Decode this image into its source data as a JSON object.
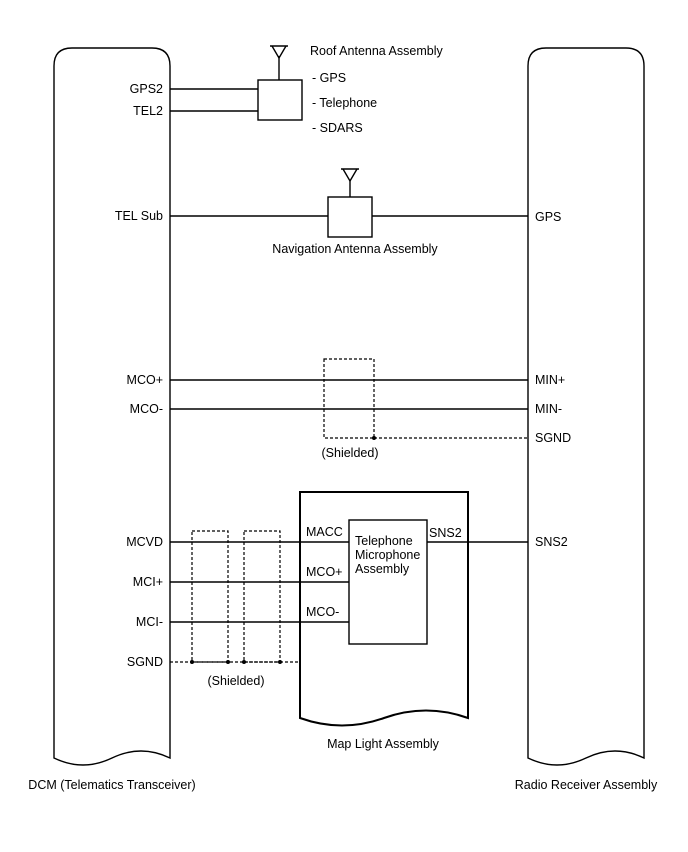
{
  "dcm": {
    "name": "DCM (Telematics Transceiver)",
    "pins": {
      "gps2": "GPS2",
      "tel2": "TEL2",
      "tel_sub": "TEL Sub",
      "mco_plus": "MCO+",
      "mco_minus": "MCO-",
      "mcvd": "MCVD",
      "mci_plus": "MCI+",
      "mci_minus": "MCI-",
      "sgnd": "SGND"
    }
  },
  "radio": {
    "name": "Radio Receiver Assembly",
    "pins": {
      "gps": "GPS",
      "min_plus": "MIN+",
      "min_minus": "MIN-",
      "sgnd": "SGND",
      "sns2": "SNS2"
    }
  },
  "roof_antenna": {
    "title": "Roof Antenna Assembly",
    "items": [
      "- GPS",
      "- Telephone",
      "- SDARS"
    ]
  },
  "nav_antenna": {
    "title": "Navigation Antenna Assembly"
  },
  "shield_labels": {
    "upper": "(Shielded)",
    "lower": "(Shielded)"
  },
  "map_light": {
    "title": "Map Light Assembly",
    "pins": {
      "macc": "MACC",
      "mco_plus": "MCO+",
      "mco_minus": "MCO-",
      "sns2": "SNS2"
    },
    "mic": {
      "line1": "Telephone",
      "line2": "Microphone",
      "line3": "Assembly"
    }
  }
}
